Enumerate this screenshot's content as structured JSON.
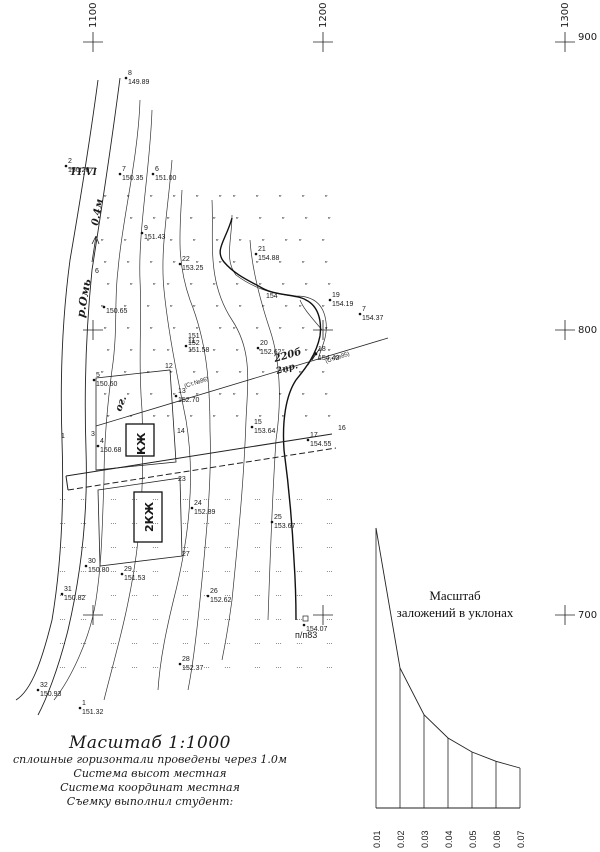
{
  "grid": {
    "x_labels": [
      "1100",
      "1200",
      "1300"
    ],
    "y_labels": [
      "900",
      "800",
      "700"
    ]
  },
  "points": [
    {
      "num": "8",
      "elev": "149.89"
    },
    {
      "num": "2",
      "elev": "150.26"
    },
    {
      "num": "7",
      "elev": "150.35"
    },
    {
      "num": "6",
      "elev": "151.00"
    },
    {
      "num": "9",
      "elev": "151.43"
    },
    {
      "num": "22",
      "elev": "153.25"
    },
    {
      "num": "21",
      "elev": "154.88"
    },
    {
      "num": "19",
      "elev": "154.19"
    },
    {
      "num": "7",
      "elev": "154.37"
    },
    {
      "num": "",
      "elev": "150.65"
    },
    {
      "num": "11",
      "elev": "151.58"
    },
    {
      "num": "20",
      "elev": "152.62"
    },
    {
      "num": "18",
      "elev": "154.42"
    },
    {
      "num": "5",
      "elev": "150.60"
    },
    {
      "num": "13",
      "elev": "152.70"
    },
    {
      "num": "15",
      "elev": "153.64"
    },
    {
      "num": "17",
      "elev": "154.55"
    },
    {
      "num": "4",
      "elev": "150.68"
    },
    {
      "num": "24",
      "elev": "152.89"
    },
    {
      "num": "25",
      "elev": "153.67"
    },
    {
      "num": "30",
      "elev": "150.80"
    },
    {
      "num": "29",
      "elev": "151.53"
    },
    {
      "num": "31",
      "elev": "150.82"
    },
    {
      "num": "26",
      "elev": "152.62"
    },
    {
      "num": "",
      "elev": "154.07"
    },
    {
      "num": "28",
      "elev": "152.37"
    },
    {
      "num": "32",
      "elev": "150.93"
    },
    {
      "num": "1",
      "elev": "151.32"
    }
  ],
  "point_numbers": [
    "1",
    "3",
    "12",
    "14",
    "16",
    "23",
    "27",
    "6"
  ],
  "contour_labels": [
    "154",
    "152",
    "151"
  ],
  "annotations": {
    "river": "р.Омь",
    "flow": "0.4м",
    "date": "11.VI",
    "garden": "ог.",
    "house1": "КЖ",
    "house2": "2КЖ",
    "wire": "220б",
    "wire_sub": "2пр.",
    "pole1": "(Ст.№86)",
    "pole2": "(Ст.№85)",
    "benchmark": "п/п83"
  },
  "legend": {
    "title": "Масштаб 1:1000",
    "lines": [
      "сплошные горизонтали проведены через 1.0м",
      "Система высот местная",
      "Система координат местная",
      "Съемку выполнил студент:"
    ]
  },
  "slope_scale": {
    "title_line1": "Масштаб",
    "title_line2": "заложений в уклонах",
    "slopes": [
      0.01,
      0.02,
      0.03,
      0.04,
      0.05,
      0.06,
      0.07
    ],
    "tick_labels": [
      "0.01",
      "0.02",
      "0.03",
      "0.04",
      "0.05",
      "0.06",
      "0.07"
    ]
  }
}
